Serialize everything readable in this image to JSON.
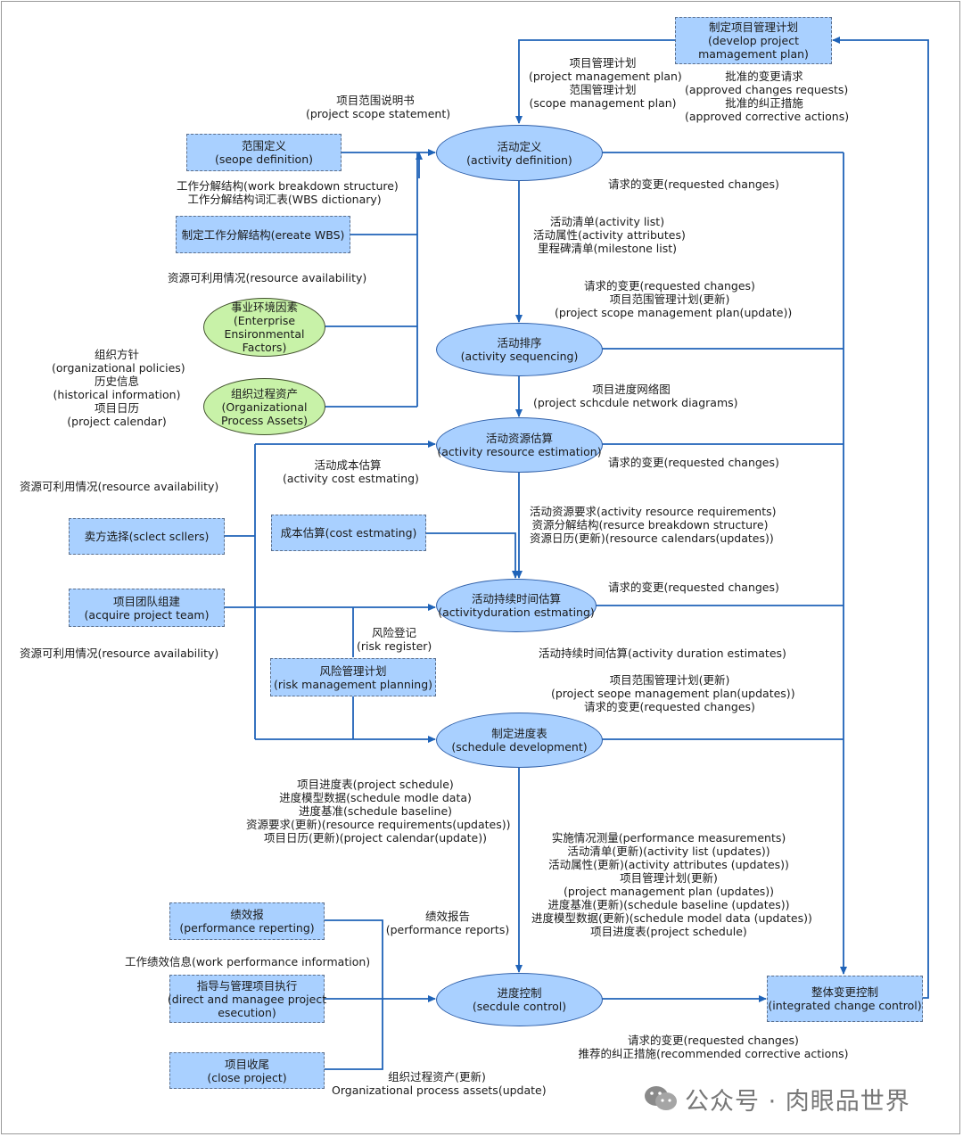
{
  "nodes": {
    "develop_pm_plan": [
      "制定项目管理计划",
      "(develop project",
      "mamagement plan)"
    ],
    "scope_definition": [
      "范围定义",
      "(seope definition)"
    ],
    "create_wbs": [
      "制定工作分解结构(ereate WBS)"
    ],
    "enterprise_factors": [
      "事业环境因素",
      "(Enterprise",
      "Ensironmental",
      "Factors)"
    ],
    "org_process_assets": [
      "组织过程资产",
      "(Organizational",
      "Process Assets)"
    ],
    "activity_definition": [
      "活动定义",
      "(activity definition)"
    ],
    "activity_sequencing": [
      "活动排序",
      "(activity sequencing)"
    ],
    "activity_resource_estimation": [
      "活动资源估算",
      "(activity resource estimation)"
    ],
    "seller_selection": [
      "卖方选择(sclect scllers)"
    ],
    "cost_estimating": [
      "成本估算(cost estmating)"
    ],
    "acquire_team": [
      "项目团队组建",
      "(acquire project team)"
    ],
    "activity_duration": [
      "活动持续时间估算",
      "(activityduration estmating)"
    ],
    "risk_planning": [
      "风险管理计划",
      "(risk management planning)"
    ],
    "schedule_development": [
      "制定进度表",
      "(schedule development)"
    ],
    "performance_reporting": [
      "绩效报",
      "(performance reperting)"
    ],
    "direct_manage": [
      "指导与管理项目执行",
      "(direct and manageе project",
      "esecution)"
    ],
    "close_project": [
      "项目收尾",
      "(close project)"
    ],
    "schedule_control": [
      "进度控制",
      "(secdule control)"
    ],
    "integrated_change": [
      "整体变更控制",
      "(integrated change control)"
    ]
  },
  "labels": {
    "pm_plan_in": [
      "项目管理计划",
      "(project management plan)",
      "范围管理计划",
      "(scope management plan)"
    ],
    "approved_changes": [
      "批准的变更请求",
      "(approved changes requests)",
      "批准的纠正措施",
      "(approved corrective actions)"
    ],
    "scope_statement": [
      "项目范围说明书",
      "(project scope statement)"
    ],
    "wbs": [
      "工作分解结构(work breakdown structure)",
      "工作分解结构词汇表(WBS dictionary)"
    ],
    "resource_avail_1": [
      "资源可利用情况(resource availability)"
    ],
    "org_info": [
      "组织方针",
      "(organizational policies)",
      "历史信息",
      "(historical information)",
      "项目日历",
      "(project calendar)"
    ],
    "requested_changes_1": [
      "请求的变更(requested changes)"
    ],
    "activity_list": [
      "活动清单(activity list)",
      "活动属性(activity attributes)",
      "里程碑清单(milestone list)"
    ],
    "requested_changes_2": [
      "请求的变更(requested changes)",
      "项目范围管理计划(更新)",
      "(project scope management plan(update))"
    ],
    "network_diagrams": [
      "项目进度网络图",
      "(project schcdule network diagrams)"
    ],
    "cost_estimating_in": [
      "活动成本估算",
      "(activity cost estmating)"
    ],
    "requested_changes_3": [
      "请求的变更(requested changes)"
    ],
    "resource_avail_2": [
      "资源可利用情况(resource availability)"
    ],
    "resource_reqs": [
      "活动资源要求(activity resource requirements)",
      "资源分解结构(resurce breakdown structure)",
      "资源日历(更新)(resource calendars(updates))"
    ],
    "requested_changes_4": [
      "请求的变更(requested changes)"
    ],
    "risk_register": [
      "风险登记",
      "(risk register)"
    ],
    "resource_avail_3": [
      "资源可利用情况(resource availability)"
    ],
    "duration_estimates": [
      "活动持续时间估算(activity duration estimates)"
    ],
    "scope_plan_updates": [
      "项目范围管理计划(更新)",
      "(project seope management plan(updates))",
      "请求的变更(requested changes)"
    ],
    "schedule_outputs": [
      "项目进度表(project schedule)",
      "进度模型数据(schedule modle data)",
      "进度基准(schedule baseline)",
      "资源要求(更新)(resource requirements(updates))",
      "项目日历(更新)(project calendar(update))"
    ],
    "control_inputs": [
      "实施情况测量(performance measurements)",
      "活动清单(更新)(activity list (updates))",
      "活动属性(更新)(activity attributes (updates))",
      "项目管理计划(更新)",
      "(project management plan (updates))",
      "进度基准(更新)(schedule baseline (updates))",
      "进度模型数据(更新)(schedule model data (updates))",
      "项目进度表(project schedule)"
    ],
    "performance_reports": [
      "绩效报告",
      "(performance reports)"
    ],
    "work_performance_info": [
      "工作绩效信息(work performance information)"
    ],
    "requested_corrective": [
      "请求的变更(requested changes)",
      "推荐的纠正措施(recommended corrective actions)"
    ],
    "org_assets_update": [
      "组织过程资产(更新)",
      "Organizational process assets(update)"
    ]
  },
  "watermark": "公众号 · 肉眼品世界",
  "colors": {
    "box_fill": "#a9d0ff",
    "ellipse_fill": "#a9d0ff",
    "green_fill": "#c8f2a8",
    "line": "#1f63b8",
    "border": "#5b6f8c"
  }
}
